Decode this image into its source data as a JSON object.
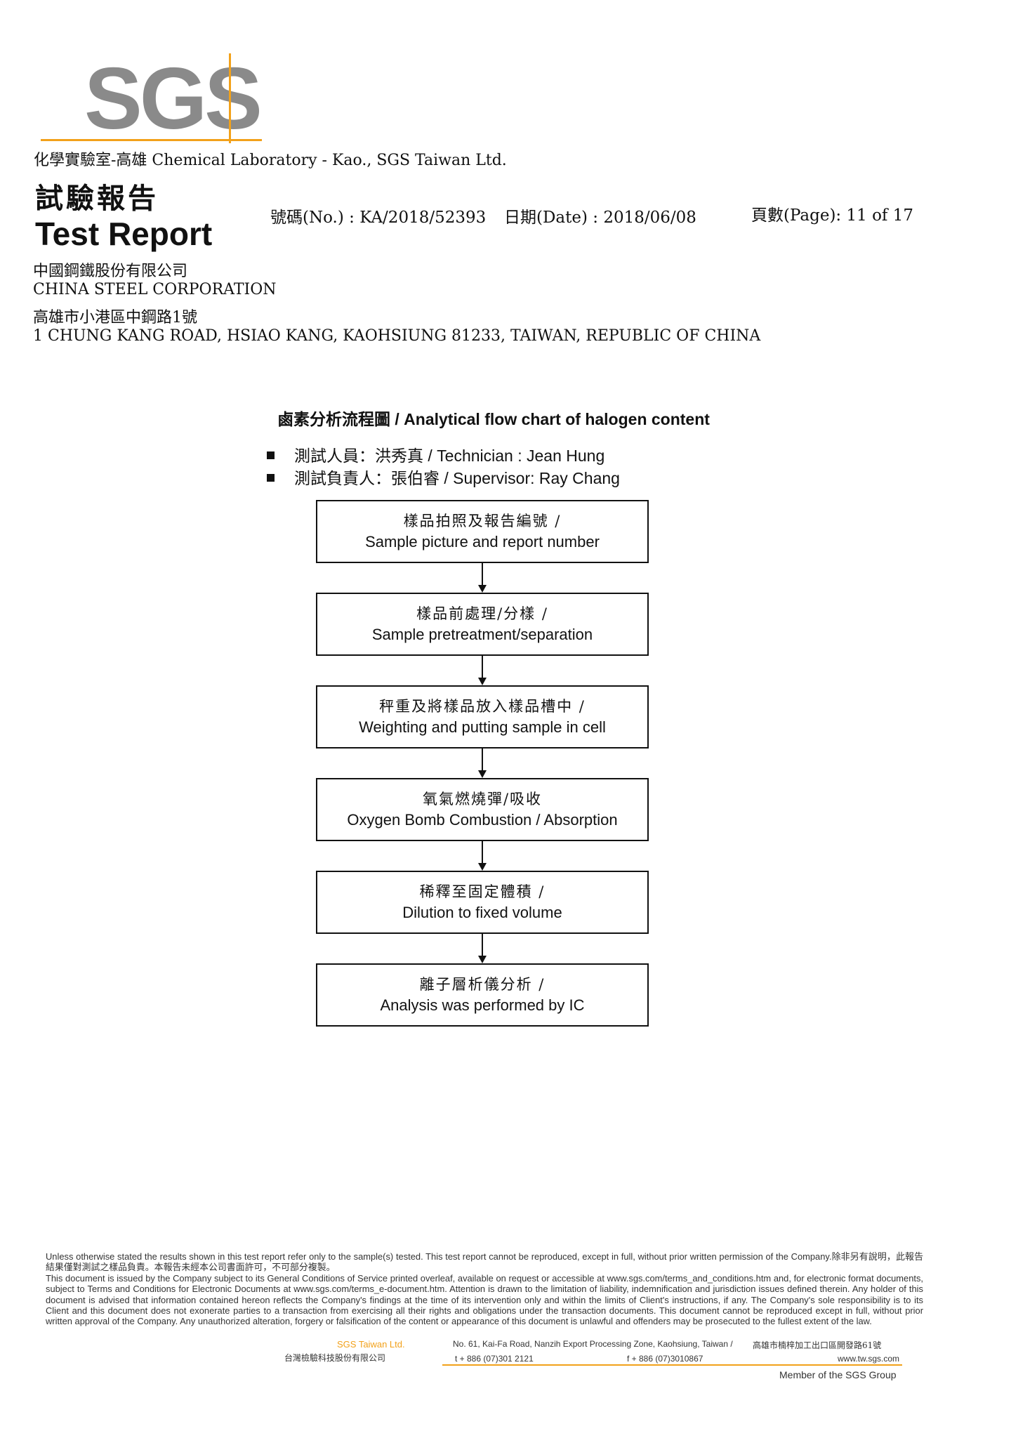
{
  "header": {
    "logo_text": "SGS",
    "lab_line": "化學實驗室-高雄 Chemical Laboratory - Kao., SGS Taiwan Ltd.",
    "title_zh": "試驗報告",
    "title_en": "Test Report",
    "report_no": "號碼(No.) : KA/2018/52393",
    "report_date": "日期(Date) : 2018/06/08",
    "report_page": "頁數(Page): 11 of 17"
  },
  "client": {
    "name_zh": "中國鋼鐵股份有限公司",
    "name_en": "CHINA STEEL CORPORATION",
    "address_zh": "高雄市小港區中鋼路1號",
    "address_en": "1 CHUNG KANG ROAD, HSIAO KANG, KAOHSIUNG 81233, TAIWAN, REPUBLIC OF CHINA"
  },
  "flowchart": {
    "title_zh": "鹵素分析流程圖",
    "title_en": "/ Analytical flow chart of halogen content",
    "staff": [
      {
        "zh": "測試人員：洪秀真",
        "en": "/ Technician : Jean Hung"
      },
      {
        "zh": "測試負責人：張伯睿",
        "en": "/ Supervisor: Ray Chang"
      }
    ],
    "steps": [
      {
        "zh": "樣品拍照及報告編號 /",
        "en": "Sample picture and report number"
      },
      {
        "zh": "樣品前處理/分樣 /",
        "en": "Sample pretreatment/separation"
      },
      {
        "zh": "秤重及將樣品放入樣品槽中 /",
        "en": "Weighting and putting sample in cell"
      },
      {
        "zh": "氧氣燃燒彈/吸收",
        "en": "Oxygen Bomb Combustion / Absorption"
      },
      {
        "zh": "稀釋至固定體積 /",
        "en": "Dilution to fixed volume"
      },
      {
        "zh": "離子層析儀分析 /",
        "en": "Analysis was performed by IC"
      }
    ]
  },
  "footer": {
    "disclaimer_1": "Unless otherwise stated the results shown in this test report refer only to the sample(s) tested. This test report cannot be reproduced, except in full, without prior written permission of the Company.除非另有說明，此報告結果僅對測試之樣品負責。本報告未經本公司書面許可，不可部分複製。",
    "disclaimer_2": "This document is issued by the Company subject to its General Conditions of Service printed overleaf, available on request or accessible at www.sgs.com/terms_and_conditions.htm and, for electronic format documents, subject to Terms and Conditions for Electronic Documents at www.sgs.com/terms_e-document.htm. Attention is drawn to the limitation of liability, indemnification and jurisdiction issues defined therein. Any holder of this document is advised that information contained hereon reflects the Company's findings at the time of its intervention only and within the limits of Client's instructions, if any. The Company's sole responsibility is to its Client and this document does not exonerate parties to a transaction from exercising all their rights and obligations under the transaction documents. This document cannot be reproduced except in full, without prior written approval of the Company. Any unauthorized alteration, forgery or falsification of the content or appearance of this document is unlawful and offenders may be prosecuted to the fullest extent of the law.",
    "company_en": "SGS Taiwan Ltd.",
    "company_zh": "台灣檢驗科技股份有限公司",
    "address_en": "No. 61, Kai-Fa Road, Nanzih Export Processing Zone, Kaohsiung, Taiwan /",
    "address_zh": "高雄市楠梓加工出口區開發路61號",
    "tel": "t + 886 (07)301 2121",
    "fax": "f + 886 (07)3010867",
    "website": "www.tw.sgs.com",
    "member": "Member of the SGS Group"
  },
  "colors": {
    "brand_orange": "#f2a11a",
    "logo_gray": "#8a8a8a"
  }
}
